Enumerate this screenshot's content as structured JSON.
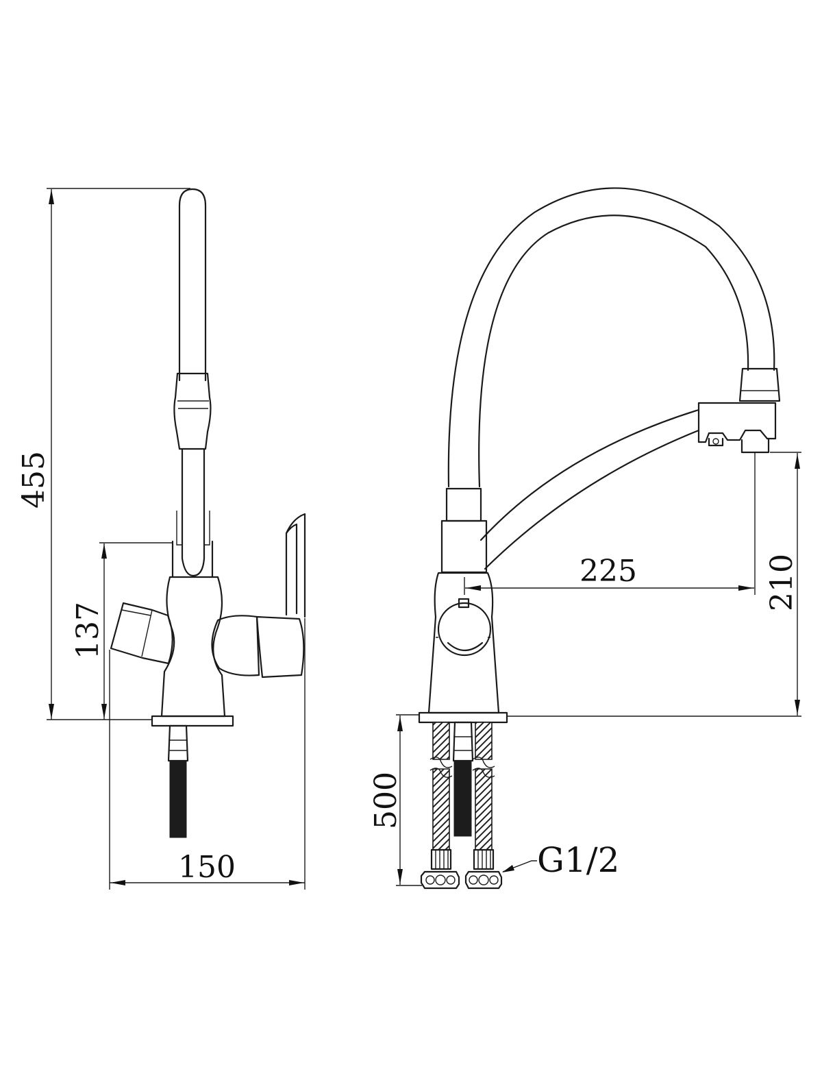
{
  "dimensions": {
    "total_height": "455",
    "handle_height": "137",
    "width": "150",
    "spout_reach": "225",
    "spout_height": "210",
    "hose_length": "500"
  },
  "connection_thread": "G1/2",
  "colors": {
    "line": "#1a1a1a",
    "background": "#ffffff"
  }
}
